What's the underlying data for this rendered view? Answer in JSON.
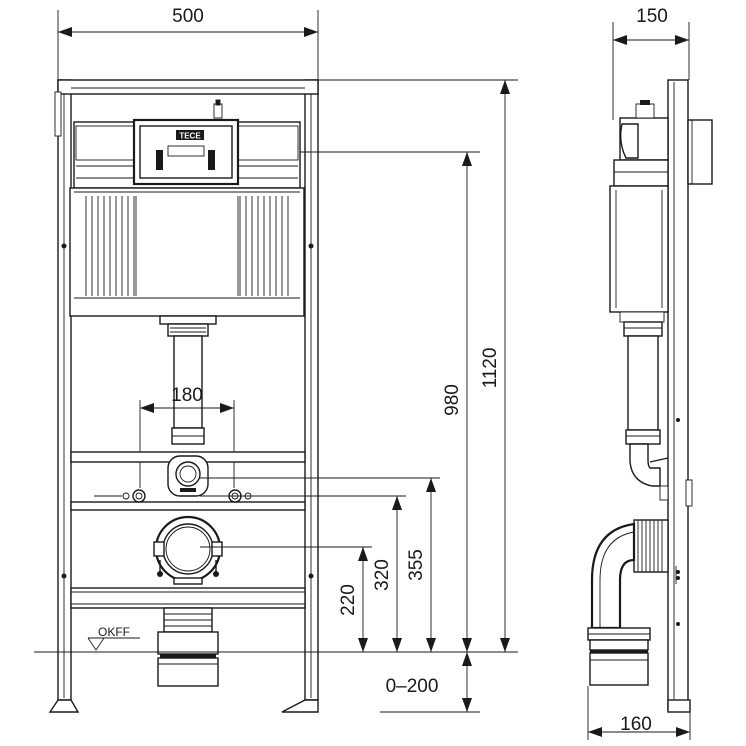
{
  "dimensions": {
    "front_width": "500",
    "side_depth": "150",
    "side_bottom_depth": "160",
    "total_height": "1120",
    "flush_plate_height": "980",
    "spacing_180": "180",
    "h_355": "355",
    "h_320": "320",
    "h_220": "220",
    "adjust_range": "0–200"
  },
  "labels": {
    "floor_level": "OKFF",
    "brand_mark": "TECE"
  }
}
